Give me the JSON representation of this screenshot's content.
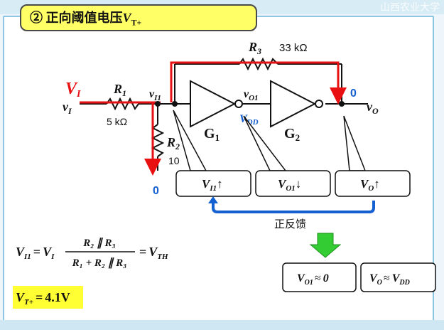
{
  "title": {
    "prefix": "② 正向阈值电压",
    "symbol": "V",
    "sub": "T+"
  },
  "watermark": "山西农业大学",
  "circuit": {
    "vi_red": "V",
    "vi_red_sub": "I",
    "vi": "v",
    "vi_sub": "I",
    "r1": "R",
    "r1_sub": "1",
    "r1_value": "5 kΩ",
    "vi1": "v",
    "vi1_sub": "I1",
    "r2": "R",
    "r2_sub": "2",
    "r2_value": "10",
    "r3": "R",
    "r3_sub": "3",
    "r3_value": "33 kΩ",
    "vo1": "v",
    "vo1_sub": "O1",
    "vdd": "V",
    "vdd_sub": "DD",
    "g1": "G",
    "g1_sub": "1",
    "g2": "G",
    "g2_sub": "2",
    "vo": "v",
    "vo_sub": "O",
    "zero_top": "0",
    "zero_left": "0"
  },
  "callouts": [
    {
      "var": "V",
      "sub": "I1",
      "arrow": "↑"
    },
    {
      "var": "V",
      "sub": "O1",
      "arrow": "↓"
    },
    {
      "var": "V",
      "sub": "O",
      "arrow": "↑"
    }
  ],
  "feedback_label": "正反馈",
  "results": [
    {
      "lhs": "V",
      "sub": "O1",
      "rel": "≈",
      "rhs": "0",
      "rhs_sub": ""
    },
    {
      "lhs": "V",
      "sub": "O",
      "rel": "≈",
      "rhs": "V",
      "rhs_sub": "DD"
    }
  ],
  "formula": {
    "lhs": "V",
    "lhs_sub": "I1",
    "eq1": "=",
    "vi": "V",
    "vi_sub": "I",
    "num": "R₂ ∥ R₃",
    "den": "R₁ + R₂ ∥ R₃",
    "eq2": "=",
    "vth": "V",
    "vth_sub": "TH"
  },
  "result_value": {
    "lhs": "V",
    "lhs_sub": "T+",
    "eq": "=",
    "value": "4.1V"
  },
  "colors": {
    "wire": "#111111",
    "red": "#e81010",
    "blue": "#1560d0",
    "highlight": "#ffff33",
    "green_arrow": "#33cc33",
    "panel_border": "#8cc6e2"
  }
}
